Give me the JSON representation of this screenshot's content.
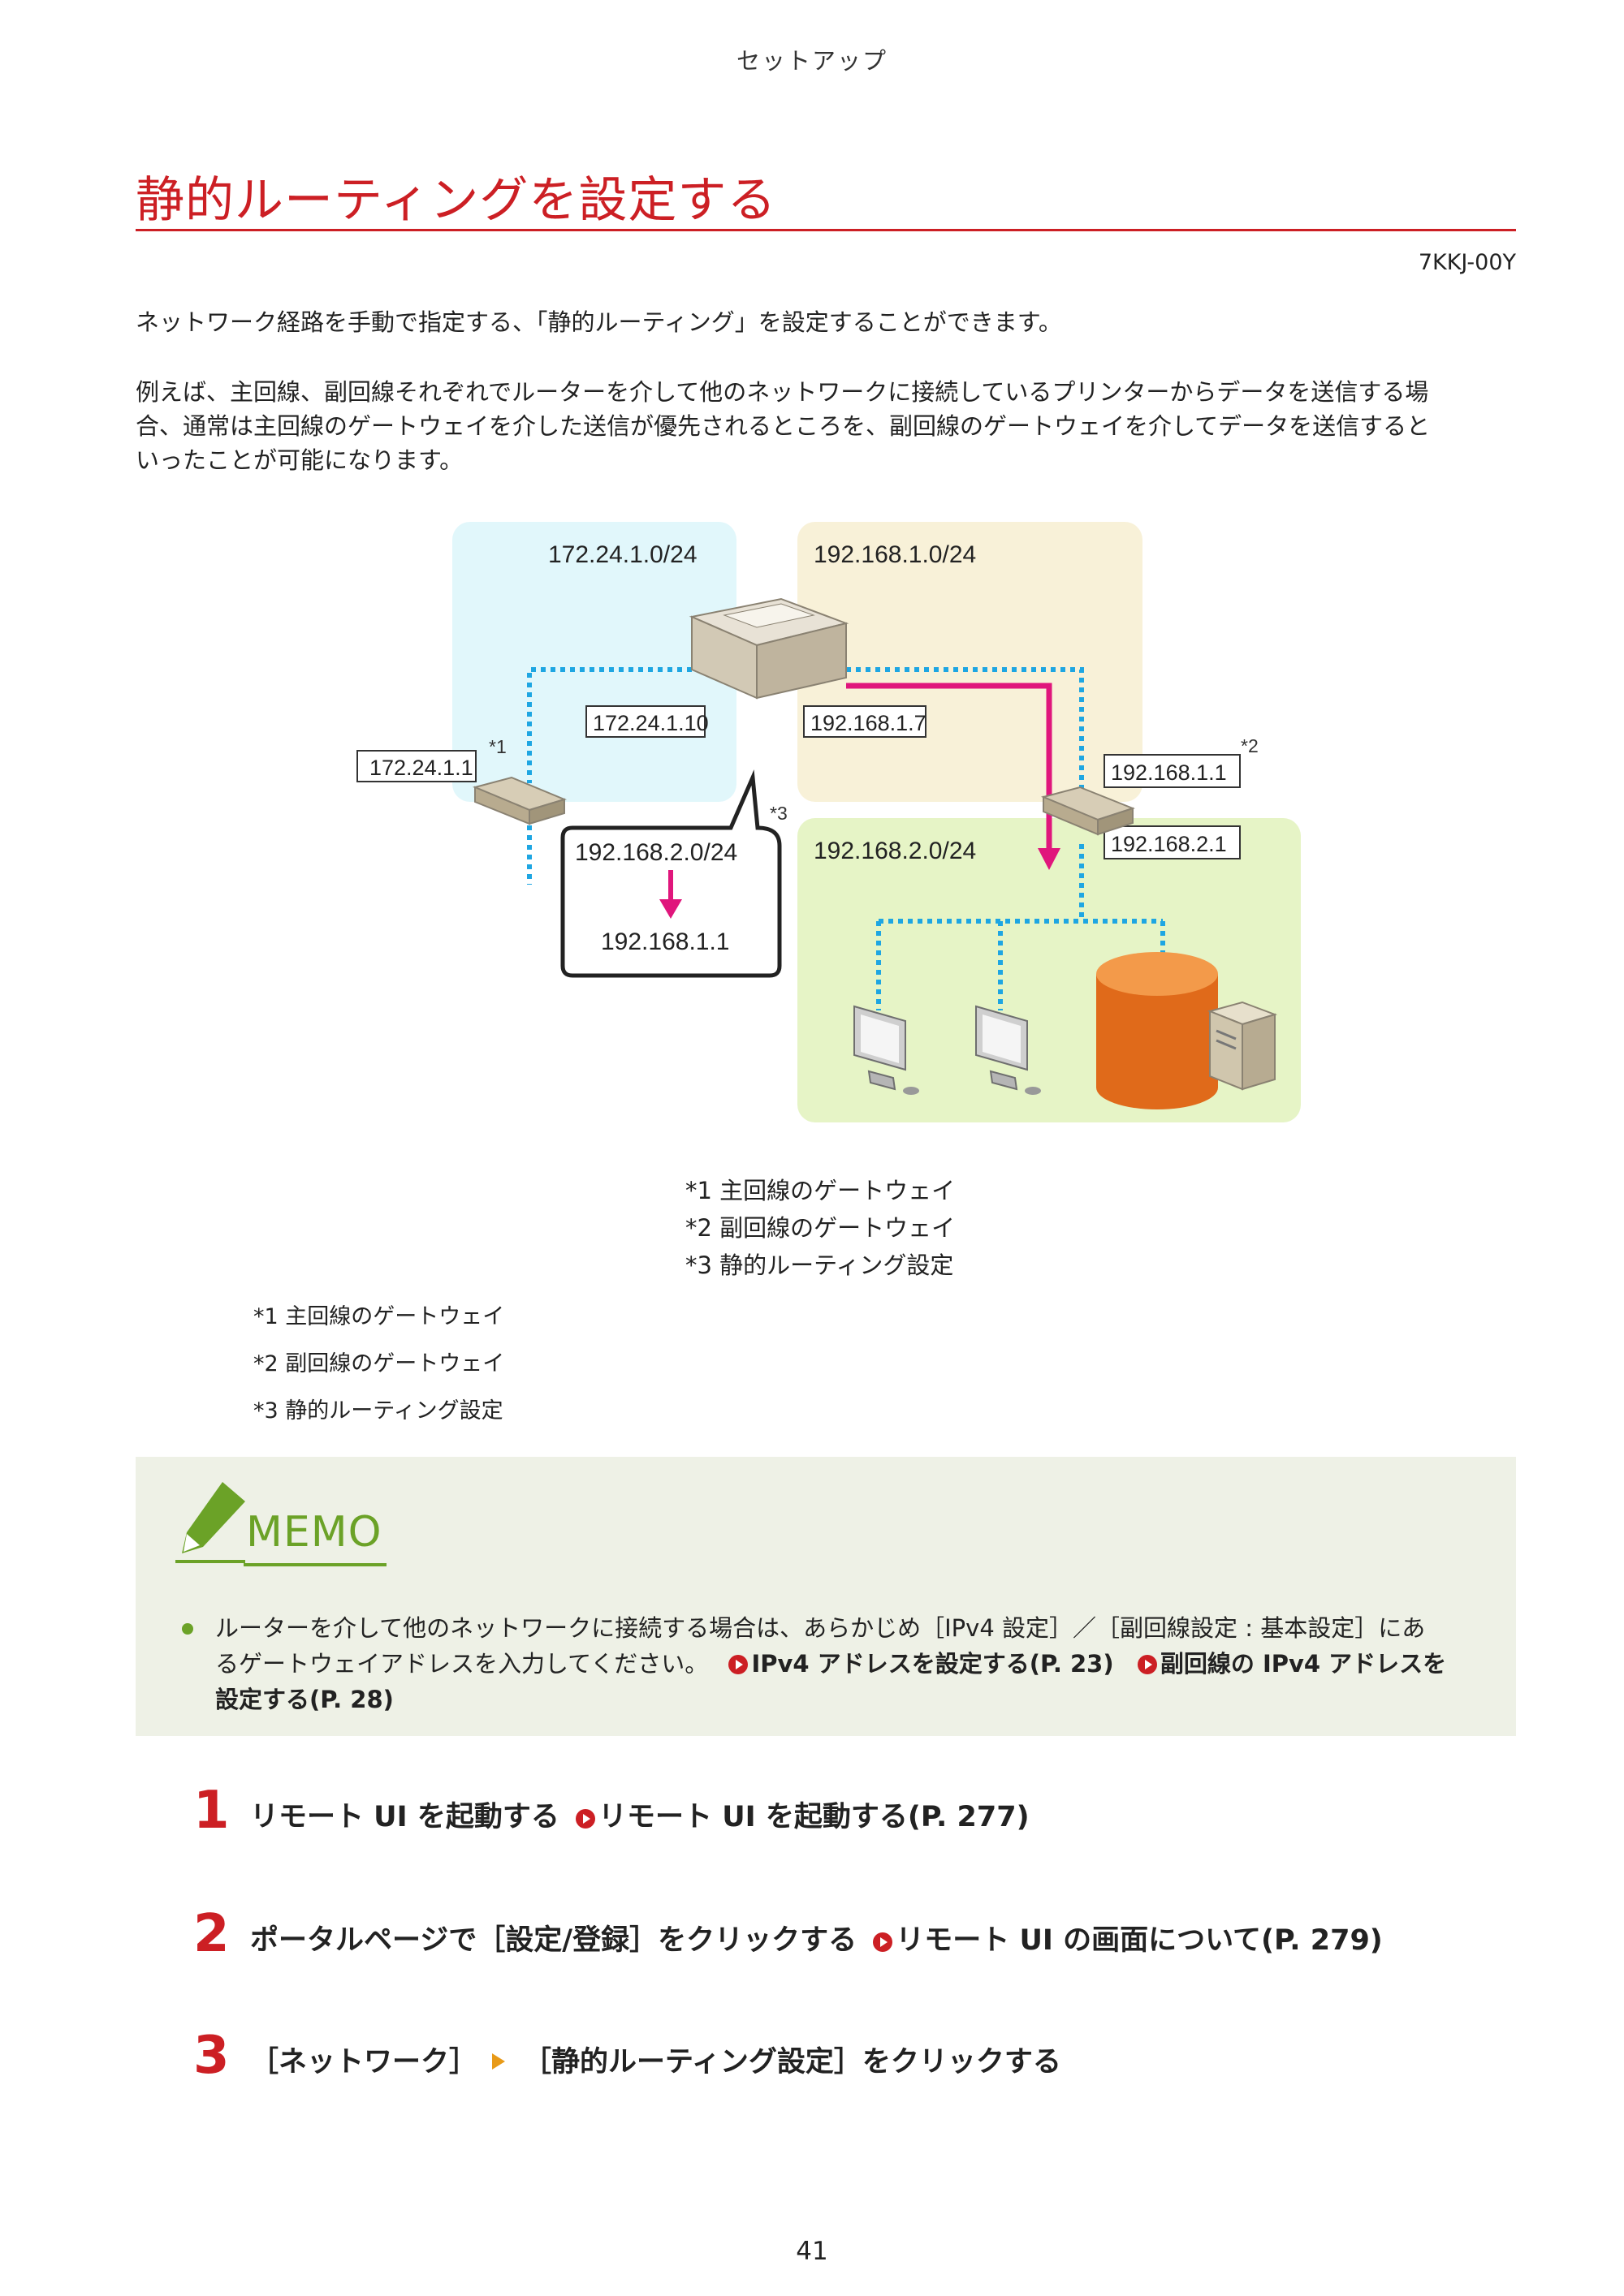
{
  "header": {
    "section": "セットアップ"
  },
  "title": "静的ルーティングを設定する",
  "doc_code": "7KKJ-00Y",
  "intro": "ネットワーク経路を手動で指定する、「静的ルーティング」を設定することができます。",
  "description": [
    "例えば、主回線、副回線それぞれでルーターを介して他のネットワークに接続しているプリンターからデータを送信する場",
    "合、通常は主回線のゲートウェイを介した送信が優先されるところを、副回線のゲートウェイを介してデータを送信すると",
    "いったことが可能になります。"
  ],
  "diagram": {
    "net_primary": "172.24.1.0/24",
    "net_secondary": "192.168.1.0/24",
    "net_target": "192.168.2.0/24",
    "printer_ip_primary": "172.24.1.10",
    "printer_ip_secondary": "192.168.1.7",
    "router1_ip": "172.24.1.1",
    "router2_ip_upper": "192.168.1.1",
    "router2_ip_lower": "192.168.2.1",
    "bubble_from": "192.168.2.0/24",
    "bubble_to": "192.168.1.1",
    "mark1": "*1",
    "mark2": "*2",
    "mark3": "*3",
    "colors": {
      "primary_net": "#e1f7fb",
      "secondary_net": "#f8f1d8",
      "target_net": "#e6f4c6",
      "route_arrow": "#e0167c",
      "dotted_line": "#1ea6e2"
    }
  },
  "legend": [
    "*1 主回線のゲートウェイ",
    "*2 副回線のゲートウェイ",
    "*3 静的ルーティング設定"
  ],
  "legend_repeat": [
    "*1 主回線のゲートウェイ",
    "*2 副回線のゲートウェイ",
    "*3 静的ルーティング設定"
  ],
  "memo": {
    "label": "MEMO",
    "text_1": "ルーターを介して他のネットワークに接続する場合は、あらかじめ［IPv4 設定］／［副回線設定 : 基本設定］にあ",
    "text_2": "るゲートウェイアドレスを入力してください。",
    "link_1": "IPv4 アドレスを設定する(P. 23)",
    "link_2a": "副回線の IPv4 アドレスを",
    "link_2b": "設定する(P. 28)"
  },
  "steps": [
    {
      "num": "1",
      "text": "リモート UI を起動する",
      "link": "リモート UI を起動する(P. 277)"
    },
    {
      "num": "2",
      "text": "ポータルページで［設定/登録］をクリックする",
      "link": "リモート UI の画面について(P. 279)"
    },
    {
      "num": "3",
      "text_a": "［ネットワーク］",
      "text_b": "［静的ルーティング設定］をクリックする"
    }
  ],
  "page_number": "41"
}
